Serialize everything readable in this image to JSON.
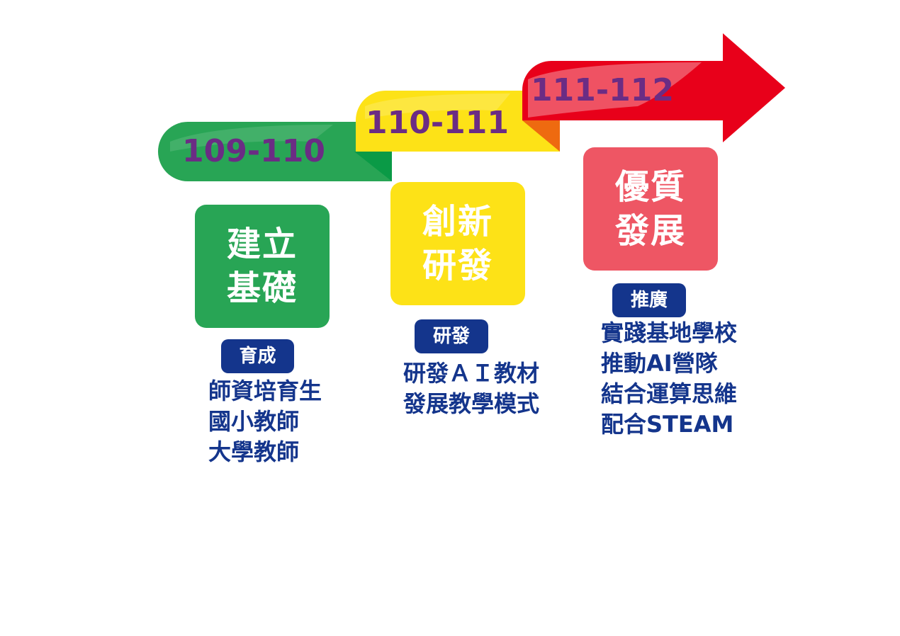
{
  "colors": {
    "green": "#28a555",
    "green_dark": "#0a9a46",
    "yellow": "#fde217",
    "yellow_dark": "#f3c600",
    "orange": "#ee6a10",
    "red": "#e8001a",
    "pink": "#ee5664",
    "navy": "#14358c",
    "purple": "#6b2c84"
  },
  "stages": [
    {
      "years": "109-110",
      "title_lines": [
        "建立",
        "基礎"
      ],
      "badge": "育成",
      "items": [
        "師資培育生",
        "國小教師",
        "大學教師"
      ]
    },
    {
      "years": "110-111",
      "title_lines": [
        "創新",
        "研發"
      ],
      "badge": "研發",
      "items": [
        "研發ＡＩ教材",
        "發展教學模式"
      ]
    },
    {
      "years": "111-112",
      "title_lines": [
        "優質",
        "發展"
      ],
      "badge": "推廣",
      "items": [
        "實踐基地學校",
        "推動AI營隊",
        "結合運算思維",
        "配合STEAM"
      ]
    }
  ]
}
